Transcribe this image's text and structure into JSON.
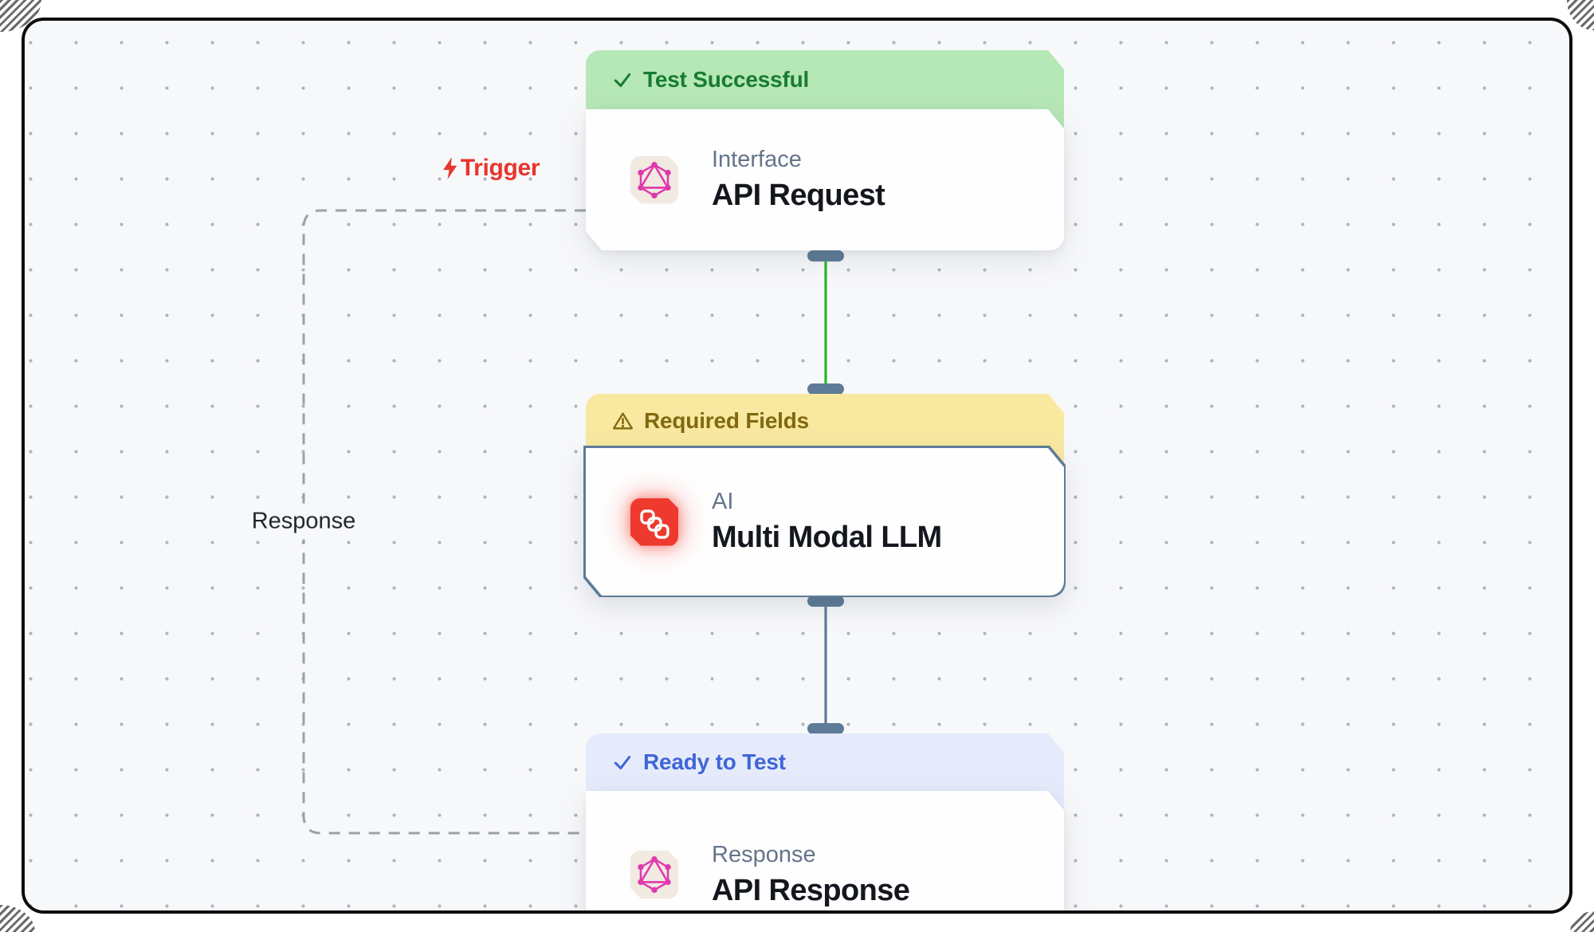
{
  "edge_labels": {
    "trigger": "Trigger",
    "response": "Response"
  },
  "nodes": [
    {
      "status": "Test Successful",
      "status_icon": "check-icon",
      "category": "Interface",
      "title": "API Request",
      "icon": "graphql-icon",
      "status_color": "#177c31",
      "banner_bg": "#b6e7b6"
    },
    {
      "status": "Required Fields",
      "status_icon": "warning-icon",
      "category": "AI",
      "title": "Multi Modal LLM",
      "icon": "chain-icon",
      "status_color": "#80690f",
      "banner_bg": "#f9e8a0",
      "selected": true
    },
    {
      "status": "Ready to Test",
      "status_icon": "check-icon",
      "category": "Response",
      "title": "API Response",
      "icon": "graphql-icon",
      "status_color": "#3f66d8",
      "banner_bg": "#e6ebfb"
    }
  ],
  "colors": {
    "canvas_bg": "#f7f8fa",
    "canvas_border": "#0d0d0d",
    "edge_success": "#25b825",
    "edge_slate": "#5d7b96",
    "edge_dashed": "#9ca1a6",
    "trigger_red": "#e8342e",
    "graphql_pink": "#e138ad",
    "llm_icon_red": "#ee3a2e"
  }
}
